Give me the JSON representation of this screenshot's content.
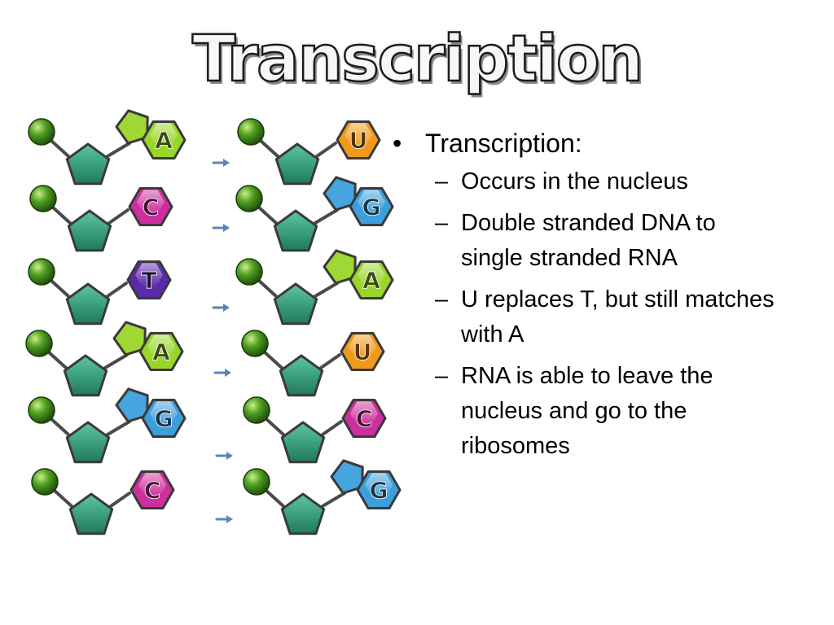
{
  "title": "Transcription",
  "bullets": {
    "main": "Transcription:",
    "subs": [
      "Occurs in the nucleus",
      "Double stranded DNA to single stranded RNA",
      "U replaces T, but still matches with A",
      "RNA is able to leave the nucleus and go to the ribosomes"
    ]
  },
  "nucleotides": {
    "dna": [
      {
        "base": "A",
        "shape": "purine",
        "color": "#9ad62a"
      },
      {
        "base": "C",
        "shape": "pyrimidine",
        "color": "#cc2f9e"
      },
      {
        "base": "T",
        "shape": "pyrimidine",
        "color": "#5a2aa8"
      },
      {
        "base": "A",
        "shape": "purine",
        "color": "#9ad62a"
      },
      {
        "base": "G",
        "shape": "purine",
        "color": "#3c9fdc"
      },
      {
        "base": "C",
        "shape": "pyrimidine",
        "color": "#cc2f9e"
      }
    ],
    "rna": [
      {
        "base": "U",
        "shape": "pyrimidine",
        "color": "#ef9a1a"
      },
      {
        "base": "G",
        "shape": "purine",
        "color": "#3c9fdc"
      },
      {
        "base": "A",
        "shape": "purine",
        "color": "#9ad62a"
      },
      {
        "base": "U",
        "shape": "pyrimidine",
        "color": "#ef9a1a"
      },
      {
        "base": "C",
        "shape": "pyrimidine",
        "color": "#cc2f9e"
      },
      {
        "base": "G",
        "shape": "purine",
        "color": "#3c9fdc"
      }
    ],
    "sugar_color": "#2f9a78",
    "phosphate_color": "#3e8a1c",
    "arrow_color": "#5b84b8",
    "arrow_icon": "arrow-right-icon"
  }
}
